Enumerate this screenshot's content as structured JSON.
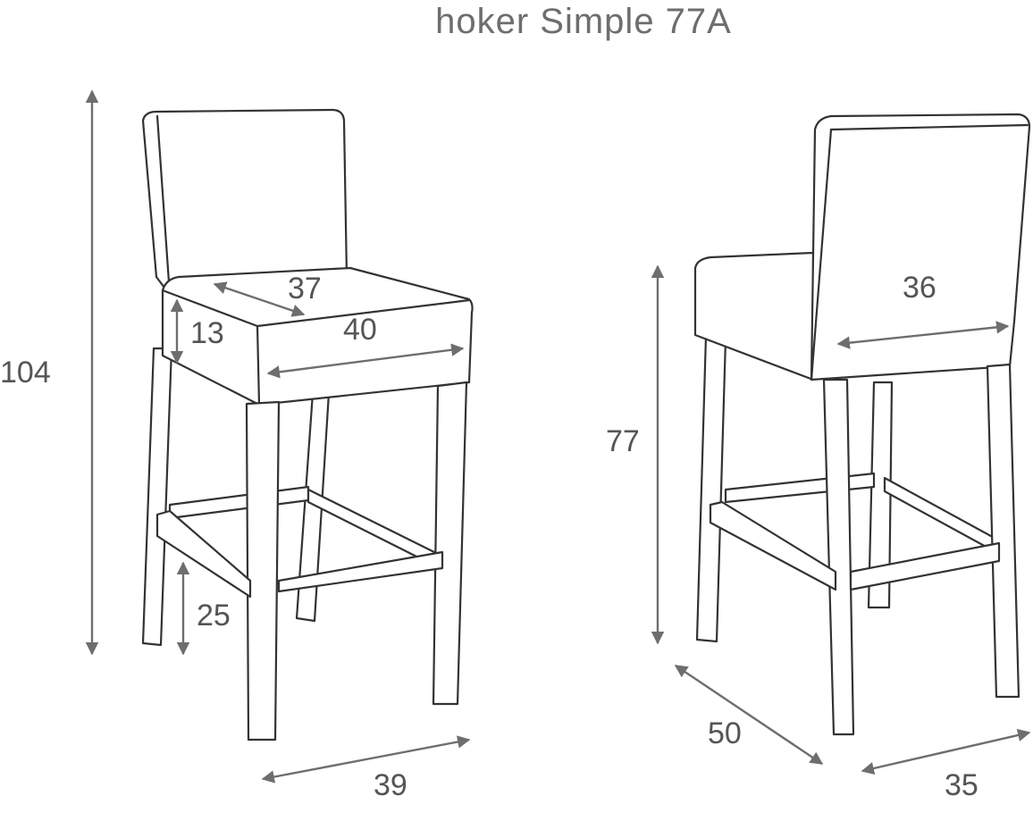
{
  "title": "hoker Simple 77A",
  "dimensions": {
    "total_height": "104",
    "seat_depth": "37",
    "seat_thickness": "13",
    "seat_width": "40",
    "footrest_height": "25",
    "base_width": "39",
    "seat_height": "77",
    "back_width": "36",
    "depth": "50",
    "rear_width": "35"
  },
  "colors": {
    "line": "#333333",
    "dimension": "#6e6e6e",
    "text": "#555555"
  }
}
